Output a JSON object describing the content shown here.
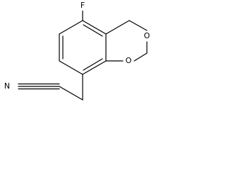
{
  "molecule": {
    "atoms": {
      "fluorine": "F",
      "ring_oxygen_upper": "O",
      "ring_oxygen_lower": "O",
      "nitrile_nitrogen": "N"
    }
  }
}
